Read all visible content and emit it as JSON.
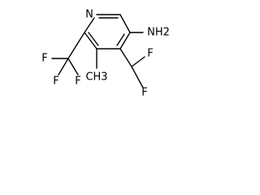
{
  "molecule": {
    "atoms": {
      "n_ring": "N",
      "nh2": "NH2",
      "f_top_right": "F",
      "f_bottom_right": "F",
      "f_left_top": "F",
      "f_left_middle": "F",
      "f_left_bottom": "F",
      "methyl": "CH3"
    }
  }
}
